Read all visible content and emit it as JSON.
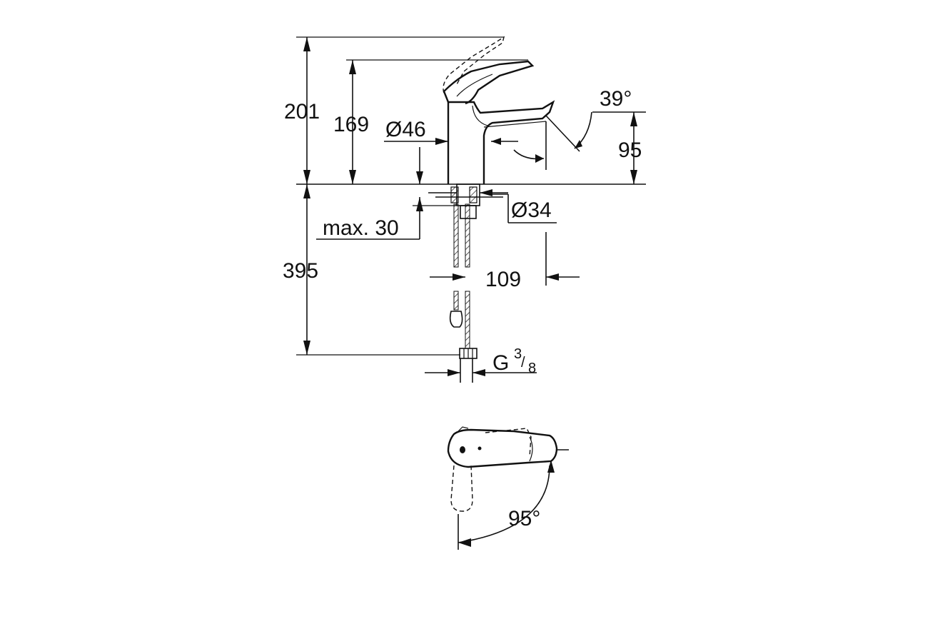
{
  "dimensions": {
    "total_height": "201",
    "spout_height": "169",
    "body_diameter": "Ø46",
    "lever_angle": "39°",
    "outlet_height": "95",
    "hole_diameter": "Ø34",
    "max_deck_thickness": "max. 30",
    "below_deck": "395",
    "projection": "109",
    "thread_main": "G",
    "thread_num": "3",
    "thread_den": "8",
    "swivel_angle": "95°"
  }
}
